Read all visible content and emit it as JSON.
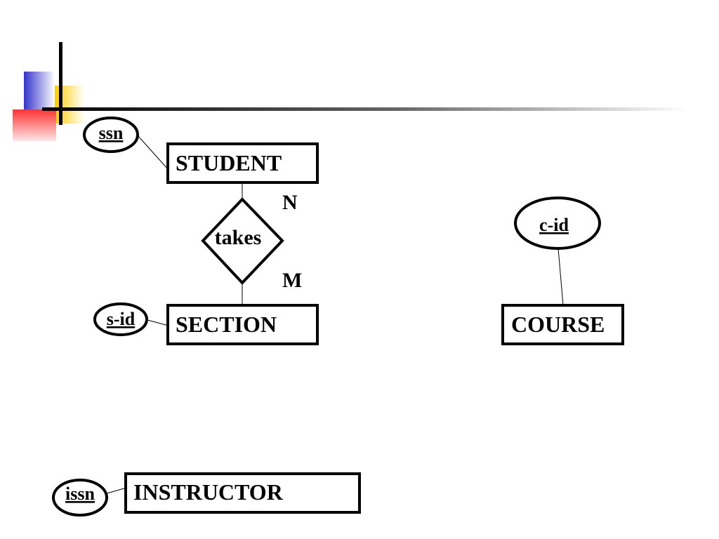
{
  "colors": {
    "decor_blue": "#3333cc",
    "decor_yellow": "#ffcc00",
    "decor_red": "#ff3333",
    "line": "#000000"
  },
  "entities": {
    "student": "STUDENT",
    "section": "SECTION",
    "course": "COURSE",
    "instructor": "INSTRUCTOR"
  },
  "attributes": {
    "ssn": "ssn",
    "s_id": "s-id",
    "c_id": "c-id",
    "issn": "issn"
  },
  "relationships": {
    "takes": "takes"
  },
  "cardinalities": {
    "takes_student": "N",
    "takes_section": "M"
  }
}
